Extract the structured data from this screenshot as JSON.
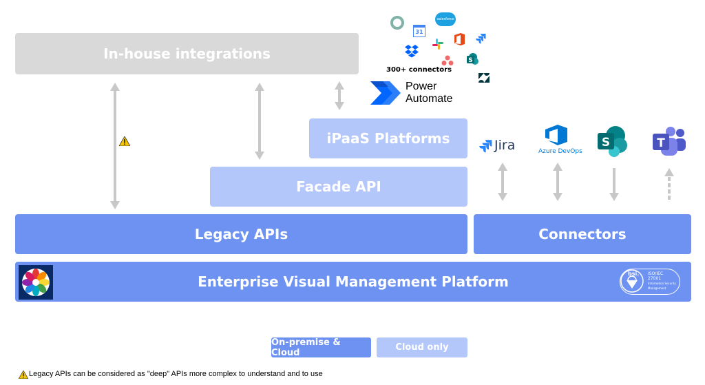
{
  "colors": {
    "inhouse_bg": "#d9d9d9",
    "light_blue": "#b4c7fb",
    "medium_blue": "#6d92f1",
    "arrow": "#c8c8c8",
    "warning": "#f5c400"
  },
  "boxes": {
    "inhouse": "In-house integrations",
    "ipaas": "iPaaS Platforms",
    "facade": "Facade API",
    "legacy": "Legacy APIs",
    "connectors": "Connectors",
    "platform": "Enterprise Visual Management Platform"
  },
  "power_automate": {
    "connectors_caption": "300+ connectors",
    "name_line1": "Power",
    "name_line2": "Automate",
    "connector_icons": [
      "circle-ring-icon",
      "salesforce-icon",
      "google-calendar-icon",
      "office-icon",
      "jira-small-icon",
      "dropbox-icon",
      "slack-icon",
      "asana-icon",
      "sharepoint-small-icon",
      "zendesk-icon"
    ],
    "salesforce_text": "salesforce",
    "calendar_text": "31"
  },
  "tools": {
    "jira": "Jira",
    "azure_devops": "Azure DevOps",
    "sharepoint_letter": "S",
    "teams_letter": "T"
  },
  "iso_badge": {
    "bsi": "bsi.",
    "line1": "ISO/IEC",
    "line2": "27001",
    "line3": "Information Security",
    "line4": "Management"
  },
  "legend": {
    "on_premise_cloud": "On-premise & Cloud",
    "cloud_only": "Cloud only"
  },
  "footnote": "Legacy APIs can be considered as \"deep\" APIs more complex to understand and to use"
}
